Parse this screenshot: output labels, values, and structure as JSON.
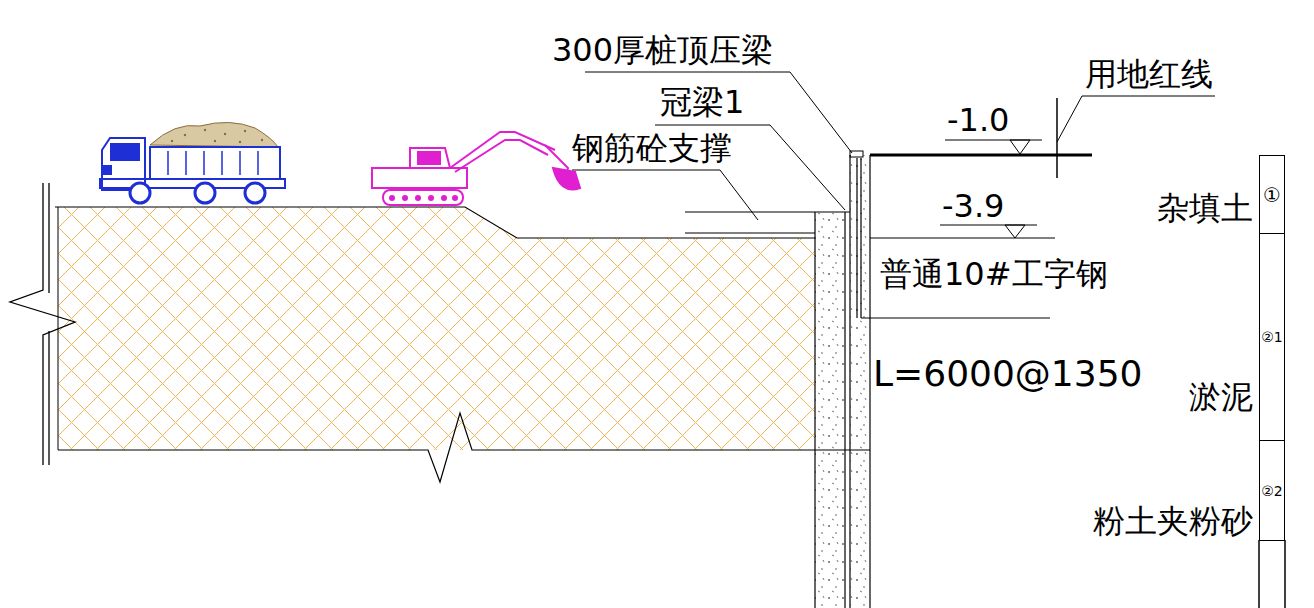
{
  "diagram": {
    "nodes": [
      {
        "text": [
          "①"
        ]
      },
      {
        "text": [
          "②1"
        ]
      },
      {
        "text": [
          "②2"
        ]
      }
    ],
    "labels": [
      "300厚桩顶压梁",
      "冠梁1",
      "钢筋砼支撑",
      "用地红线",
      "-1.0",
      "-3.9",
      "普通10#工字钢",
      "L=6000@1350",
      "杂填土",
      "淤泥",
      "粉土夹粉砂"
    ]
  }
}
